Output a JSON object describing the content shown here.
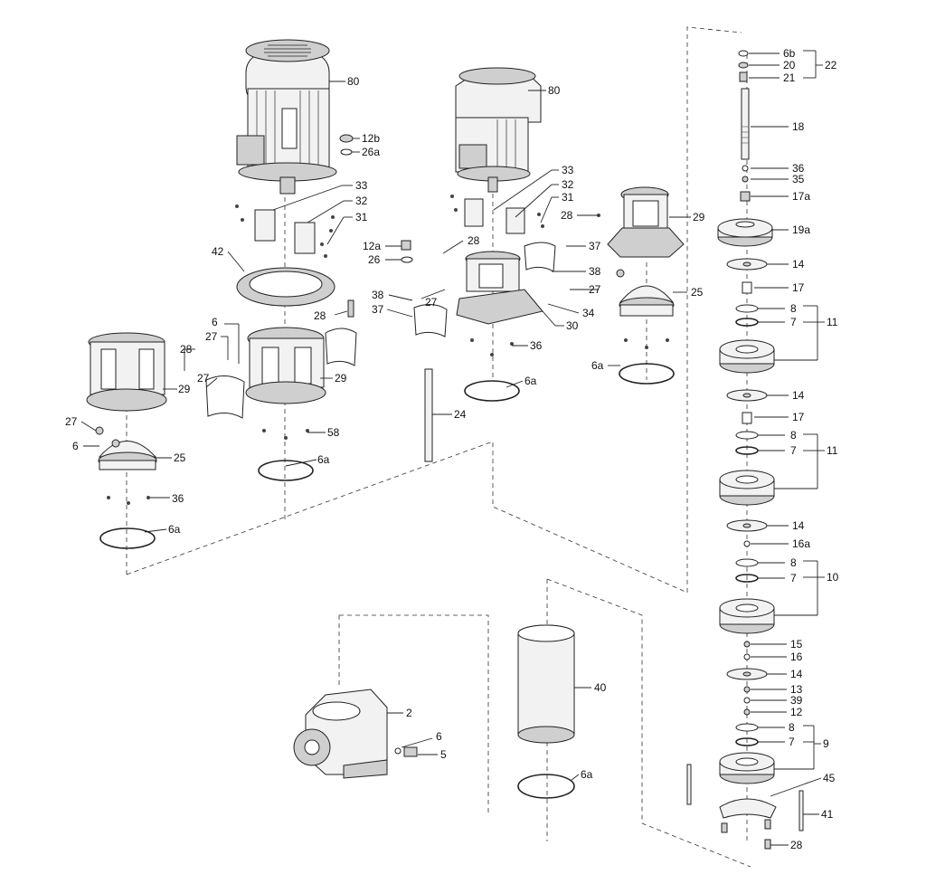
{
  "diagram": {
    "labels": {
      "l80a": "80",
      "l12b": "12b",
      "l26a": "26a",
      "l33a": "33",
      "l32a": "32",
      "l31a": "31",
      "l42": "42",
      "l28a": "28",
      "l6a": "6",
      "l27a": "27",
      "l28b": "28",
      "l27b": "27",
      "l29a": "29",
      "l29b": "29",
      "l58": "58",
      "l6a_1": "6a",
      "l27c": "27",
      "l6b": "6",
      "l25a": "25",
      "l36a": "36",
      "l6a_2": "6a",
      "l80b": "80",
      "l33b": "33",
      "l32b": "32",
      "l31b": "31",
      "l28c": "28",
      "l29c": "29",
      "l12a": "12a",
      "l26": "26",
      "l28d": "28",
      "l37a": "37",
      "l38a": "38",
      "l37b": "37",
      "l38b": "38",
      "l27d": "27",
      "l27e": "27",
      "l25b": "25",
      "l34": "34",
      "l30": "30",
      "l36b": "36",
      "l6a_3": "6a",
      "l6a_4": "6a",
      "l24": "24",
      "l6b_s": "6b",
      "l20": "20",
      "l21": "21",
      "l22": "22",
      "l18": "18",
      "l36c": "36",
      "l35": "35",
      "l17a": "17a",
      "l19a": "19a",
      "l14a": "14",
      "l17b": "17",
      "l8a": "8",
      "l7a": "7",
      "l11a": "11",
      "l14b": "14",
      "l17c": "17",
      "l8b": "8",
      "l7b": "7",
      "l11b": "11",
      "l14c": "14",
      "l16a": "16a",
      "l8c": "8",
      "l7c": "7",
      "l10": "10",
      "l15": "15",
      "l16": "16",
      "l14d": "14",
      "l13": "13",
      "l39": "39",
      "l12": "12",
      "l8d": "8",
      "l7d": "7",
      "l9": "9",
      "l45": "45",
      "l41": "41",
      "l28e": "28",
      "l2": "2",
      "l6c": "6",
      "l5": "5",
      "l40": "40",
      "l6a_5": "6a"
    }
  }
}
